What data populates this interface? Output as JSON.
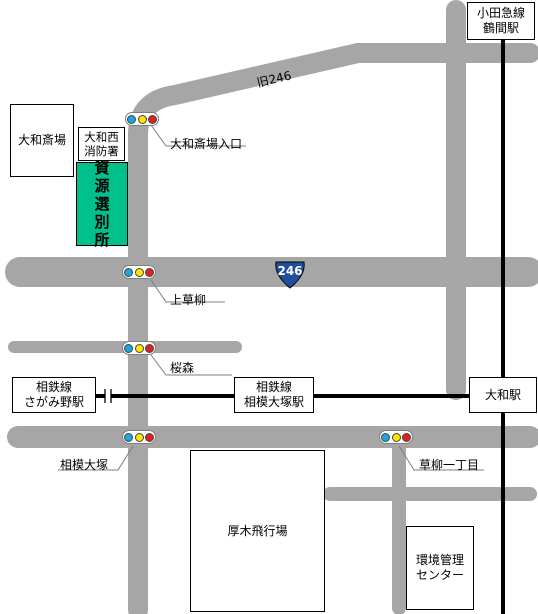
{
  "colors": {
    "road": "#a6a6a6",
    "rail": "#000000",
    "facility_fill": "#00c08b",
    "route_shield": "#1f4e9a",
    "signal_blue": "#1aa7e0",
    "signal_yellow": "#ffe600",
    "signal_red": "#e02020"
  },
  "roads": {
    "old_246": "旧246",
    "route_246": "246"
  },
  "stations": {
    "odakyu_line": "小田急線",
    "tsuruma_station": "鶴間駅",
    "sotetsu_line_left": "相鉄線",
    "sagamino_station": "さがみ野駅",
    "sotetsu_line_center": "相鉄線",
    "sagami_otsuka_station": "相模大塚駅",
    "yamato_station": "大和駅"
  },
  "places": {
    "yamato_funeral_hall": "大和斎場",
    "fire_station_line1": "大和西",
    "fire_station_line2": "消防署",
    "recycling_center": [
      "資",
      "源",
      "選",
      "別",
      "所"
    ],
    "atsugi_airfield": "厚木飛行場",
    "env_center_line1": "環境管理",
    "env_center_line2": "センター"
  },
  "intersections": [
    "大和斎場入口",
    "上草柳",
    "桜森",
    "相模大塚",
    "草柳一丁目"
  ],
  "signal_icon": "traffic-signal-icon"
}
